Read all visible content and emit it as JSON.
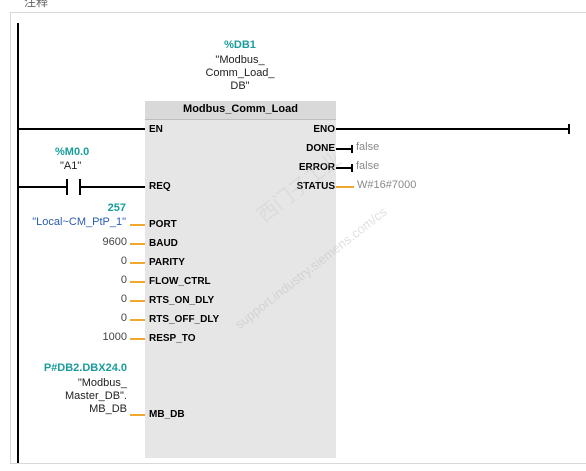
{
  "header": {
    "label": "注释"
  },
  "instance_db": {
    "name": "%DB1",
    "line1": "\"Modbus_",
    "line2": "Comm_Load_",
    "line3": "DB\""
  },
  "block": {
    "title": "Modbus_Comm_Load"
  },
  "inputs": {
    "en": "EN",
    "req": "REQ",
    "port": "PORT",
    "baud": "BAUD",
    "parity": "PARITY",
    "flow_ctrl": "FLOW_CTRL",
    "rts_on_dly": "RTS_ON_DLY",
    "rts_off_dly": "RTS_OFF_DLY",
    "resp_to": "RESP_TO",
    "mb_db": "MB_DB"
  },
  "outputs": {
    "eno": "ENO",
    "done": "DONE",
    "error": "ERROR",
    "status": "STATUS"
  },
  "output_values": {
    "done": "false",
    "error": "false",
    "status": "W#16#7000"
  },
  "contact": {
    "address": "%M0.0",
    "symbol": "\"A1\""
  },
  "port_param": {
    "value": "257",
    "symbol": "\"Local~CM_PtP_1\""
  },
  "baud_value": "9600",
  "parity_value": "0",
  "flow_ctrl_value": "0",
  "rts_on_dly_value": "0",
  "rts_off_dly_value": "0",
  "resp_to_value": "1000",
  "mb_db_param": {
    "address": "P#DB2.DBX24.0",
    "line1": "\"Modbus_",
    "line2": "Master_DB\".",
    "line3": "MB_DB"
  },
  "watermark": {
    "line1": "西门子工业",
    "line2": "support.industry.siemens.com/cs"
  },
  "colors": {
    "teal": "#1a9c9c",
    "orange": "#f0a830",
    "blue": "#2a5db0",
    "block": "#e6e6e6"
  }
}
